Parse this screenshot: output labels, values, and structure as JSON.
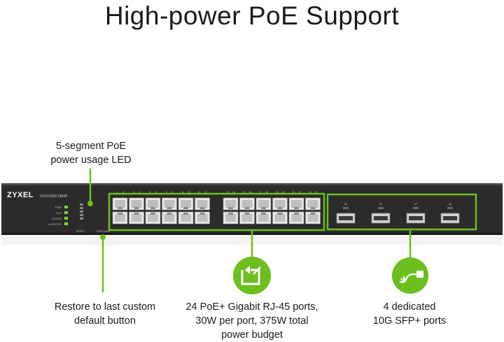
{
  "header": {
    "title": "High-power PoE Support"
  },
  "device": {
    "brand": "ZYXEL",
    "model": "XGS1930-28HP",
    "led_labels": [
      "PWR",
      "SYS",
      "CLOUD",
      "LOCATOR"
    ],
    "bottom_labels": [
      "RESET",
      "RESTORE"
    ],
    "port_numbers_group1": [
      "1",
      "2",
      "3",
      "4",
      "5",
      "6",
      "7",
      "8",
      "9",
      "10",
      "11",
      "12"
    ],
    "port_numbers_group2": [
      "13",
      "14",
      "15",
      "16",
      "17",
      "18",
      "19",
      "20",
      "21",
      "22",
      "23",
      "24"
    ],
    "sfp_numbers": [
      "25",
      "26",
      "27",
      "28"
    ]
  },
  "callouts": {
    "led": {
      "line1": "5-segment PoE",
      "line2": "power usage LED"
    },
    "restore": {
      "line1": "Restore to last custom",
      "line2": "default button"
    },
    "poe": {
      "line1": "24 PoE+ Gigabit RJ-45 ports,",
      "line2": "30W per port, 375W total",
      "line3": "power budget"
    },
    "sfp": {
      "line1": "4 dedicated",
      "line2": "10G SFP+ ports"
    }
  },
  "colors": {
    "accent": "#6cbf1e",
    "chassis": "#2b2b2b",
    "icon_bg": "#6cbf1e"
  },
  "icons": {
    "poe_icon": "poe-plug-icon",
    "sfp_icon": "fiber-icon"
  }
}
